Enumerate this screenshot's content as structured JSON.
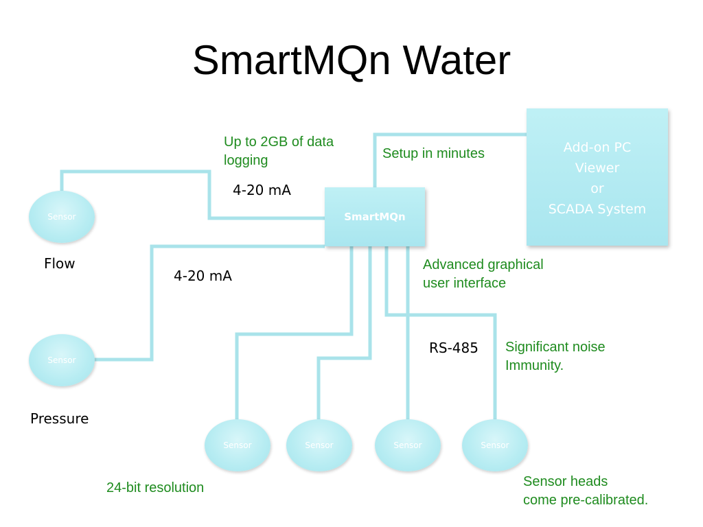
{
  "title": "SmartMQn Water",
  "hub": {
    "label": "SmartMQn"
  },
  "pc_box": {
    "lines": [
      "Add-on PC",
      "Viewer",
      "or",
      "SCADA System"
    ]
  },
  "sensors": [
    {
      "label": "Sensor",
      "caption": "Flow"
    },
    {
      "label": "Sensor",
      "caption": "Pressure"
    },
    {
      "label": "Sensor"
    },
    {
      "label": "Sensor"
    },
    {
      "label": "Sensor"
    },
    {
      "label": "Sensor"
    }
  ],
  "signal_labels": {
    "flow_signal": "4-20 mA",
    "pressure_signal": "4-20 mA",
    "bus": "RS-485"
  },
  "features": {
    "logging": [
      "Up to 2GB of data",
      "logging"
    ],
    "setup": [
      "Setup in minutes"
    ],
    "gui": [
      "Advanced graphical",
      "user interface"
    ],
    "noise": [
      "Significant noise",
      "Immunity."
    ],
    "resolution": [
      "24-bit resolution"
    ],
    "calibration": [
      "Sensor heads",
      "come pre-calibrated."
    ]
  },
  "colors": {
    "wire": "#a9e3ea",
    "box": "#b6ecf2",
    "feature_text": "#1e8b1e"
  }
}
